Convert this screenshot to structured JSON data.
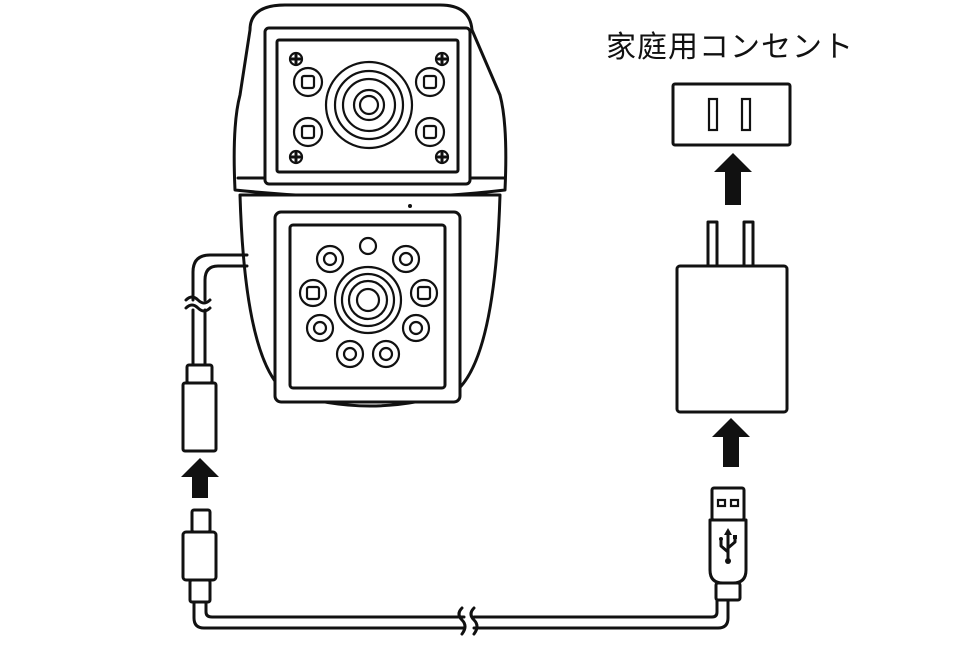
{
  "outlet": {
    "label": "家庭用コンセント"
  },
  "components": {
    "camera": "ptz-dual-lens-camera",
    "cable": "usb-a-to-usb-c-cable",
    "adapter": "usb-ac-adapter",
    "outlet": "wall-outlet"
  },
  "colors": {
    "line": "#111111",
    "background": "#ffffff"
  }
}
